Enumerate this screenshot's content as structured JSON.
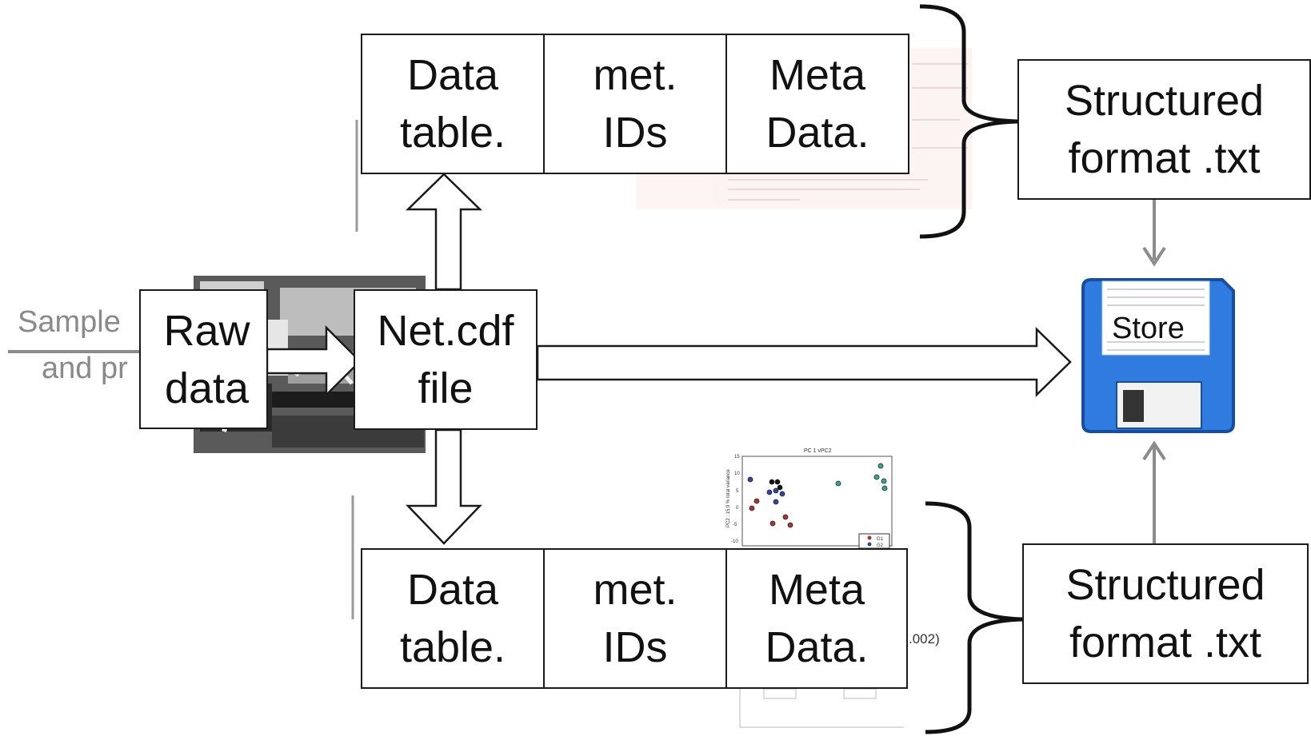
{
  "background_text": {
    "sample_line1": "Sample",
    "sample_line2": "and pr",
    "fragment": ".002)"
  },
  "raw_data": {
    "label": "Raw\ndata"
  },
  "netcdf": {
    "label": "Net.cdf\nfile"
  },
  "top_group": {
    "cells": [
      "Data\ntable.",
      "met.\nIDs",
      "Meta\nData."
    ],
    "structured_label": "Structured\nformat .txt"
  },
  "bottom_group": {
    "cells": [
      "Data\ntable.",
      "met.\nIDs",
      "Meta\nData."
    ],
    "structured_label": "Structured\nformat .txt"
  },
  "store": {
    "label": "Store",
    "icon": "floppy-disk-icon"
  },
  "colors": {
    "stroke": "#1a1a1a",
    "gray_arrow": "#8c8c8c",
    "floppy_blue": "#2f7be0",
    "floppy_dark": "#174f9e"
  }
}
